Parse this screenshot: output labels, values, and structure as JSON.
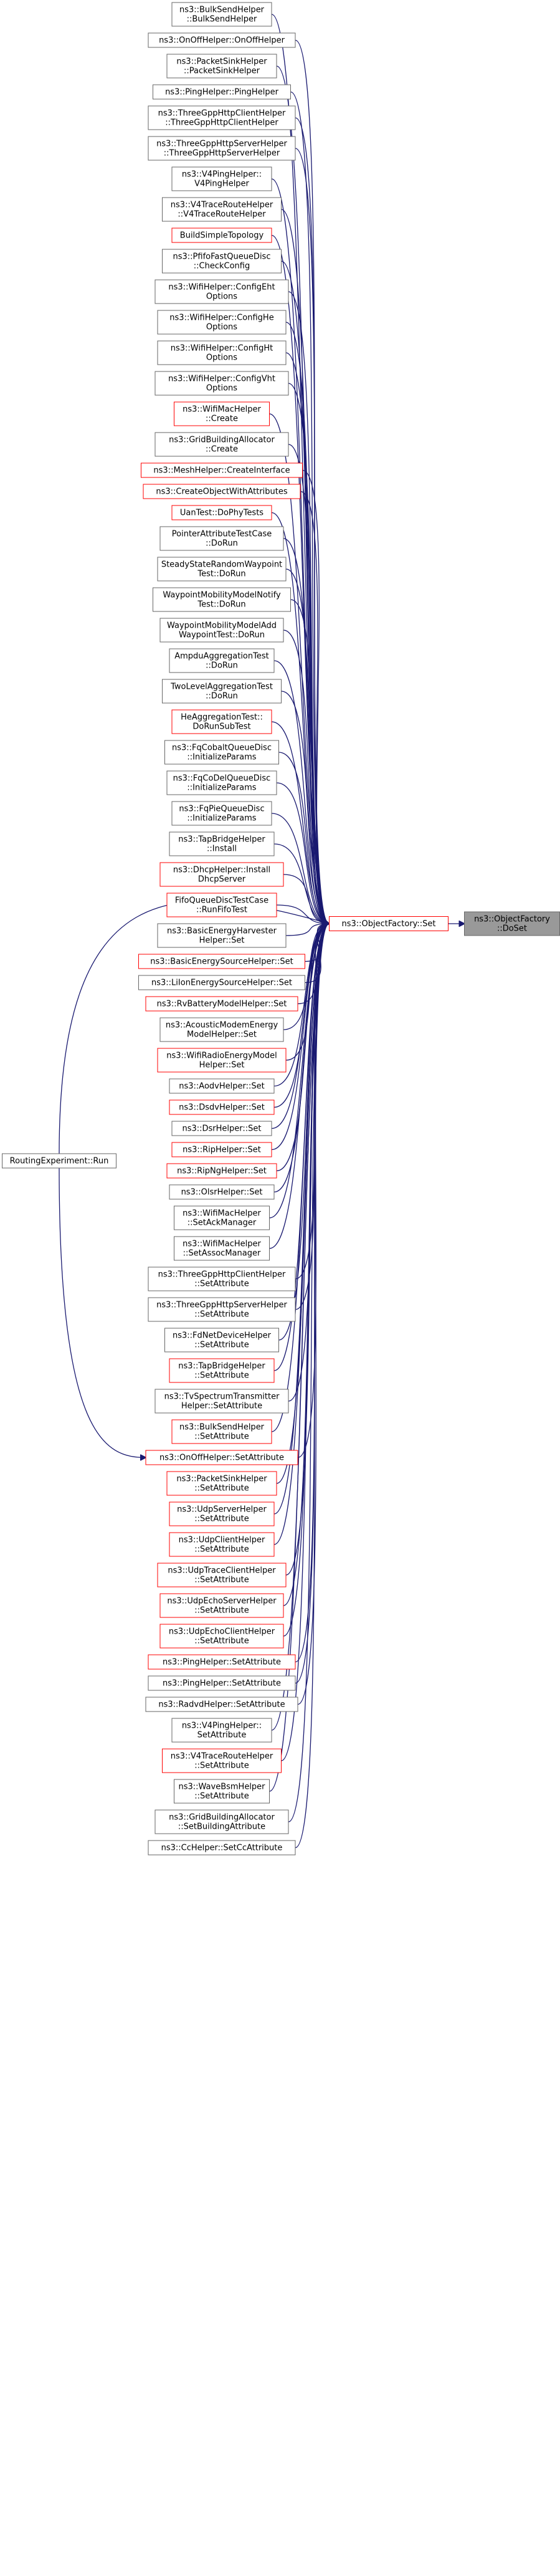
{
  "graph": {
    "target": {
      "id": "t",
      "lines": [
        "ns3::ObjectFactory",
        "::DoSet"
      ],
      "style": "focus"
    },
    "setter": {
      "id": "s",
      "lines": [
        "ns3::ObjectFactory::Set"
      ],
      "style": "red"
    },
    "routing": {
      "id": "r",
      "lines": [
        "RoutingExperiment::Run"
      ],
      "style": "normal"
    },
    "callers": [
      {
        "lines": [
          "ns3::BulkSendHelper",
          "::BulkSendHelper"
        ],
        "style": "normal"
      },
      {
        "lines": [
          "ns3::OnOffHelper::OnOffHelper"
        ],
        "style": "normal"
      },
      {
        "lines": [
          "ns3::PacketSinkHelper",
          "::PacketSinkHelper"
        ],
        "style": "normal"
      },
      {
        "lines": [
          "ns3::PingHelper::PingHelper"
        ],
        "style": "normal"
      },
      {
        "lines": [
          "ns3::ThreeGppHttpClientHelper",
          "::ThreeGppHttpClientHelper"
        ],
        "style": "normal"
      },
      {
        "lines": [
          "ns3::ThreeGppHttpServerHelper",
          "::ThreeGppHttpServerHelper"
        ],
        "style": "normal"
      },
      {
        "lines": [
          "ns3::V4PingHelper::",
          "V4PingHelper"
        ],
        "style": "normal"
      },
      {
        "lines": [
          "ns3::V4TraceRouteHelper",
          "::V4TraceRouteHelper"
        ],
        "style": "normal"
      },
      {
        "lines": [
          "BuildSimpleTopology"
        ],
        "style": "red"
      },
      {
        "lines": [
          "ns3::PfifoFastQueueDisc",
          "::CheckConfig"
        ],
        "style": "normal"
      },
      {
        "lines": [
          "ns3::WifiHelper::ConfigEht",
          "Options"
        ],
        "style": "normal"
      },
      {
        "lines": [
          "ns3::WifiHelper::ConfigHe",
          "Options"
        ],
        "style": "normal"
      },
      {
        "lines": [
          "ns3::WifiHelper::ConfigHt",
          "Options"
        ],
        "style": "normal"
      },
      {
        "lines": [
          "ns3::WifiHelper::ConfigVht",
          "Options"
        ],
        "style": "normal"
      },
      {
        "lines": [
          "ns3::WifiMacHelper",
          "::Create"
        ],
        "style": "red"
      },
      {
        "lines": [
          "ns3::GridBuildingAllocator",
          "::Create"
        ],
        "style": "normal"
      },
      {
        "lines": [
          "ns3::MeshHelper::CreateInterface"
        ],
        "style": "red"
      },
      {
        "lines": [
          "ns3::CreateObjectWithAttributes"
        ],
        "style": "red"
      },
      {
        "lines": [
          "UanTest::DoPhyTests"
        ],
        "style": "red"
      },
      {
        "lines": [
          "PointerAttributeTestCase",
          "::DoRun"
        ],
        "style": "normal"
      },
      {
        "lines": [
          "SteadyStateRandomWaypoint",
          "Test::DoRun"
        ],
        "style": "normal"
      },
      {
        "lines": [
          "WaypointMobilityModelNotify",
          "Test::DoRun"
        ],
        "style": "normal"
      },
      {
        "lines": [
          "WaypointMobilityModelAdd",
          "WaypointTest::DoRun"
        ],
        "style": "normal"
      },
      {
        "lines": [
          "AmpduAggregationTest",
          "::DoRun"
        ],
        "style": "normal"
      },
      {
        "lines": [
          "TwoLevelAggregationTest",
          "::DoRun"
        ],
        "style": "normal"
      },
      {
        "lines": [
          "HeAggregationTest::",
          "DoRunSubTest"
        ],
        "style": "red"
      },
      {
        "lines": [
          "ns3::FqCobaltQueueDisc",
          "::InitializeParams"
        ],
        "style": "normal"
      },
      {
        "lines": [
          "ns3::FqCoDelQueueDisc",
          "::InitializeParams"
        ],
        "style": "normal"
      },
      {
        "lines": [
          "ns3::FqPieQueueDisc",
          "::InitializeParams"
        ],
        "style": "normal"
      },
      {
        "lines": [
          "ns3::TapBridgeHelper",
          "::Install"
        ],
        "style": "normal"
      },
      {
        "lines": [
          "ns3::DhcpHelper::Install",
          "DhcpServer"
        ],
        "style": "red"
      },
      {
        "lines": [
          "FifoQueueDiscTestCase",
          "::RunFifoTest"
        ],
        "style": "red"
      },
      {
        "lines": [
          "ns3::BasicEnergyHarvester",
          "Helper::Set"
        ],
        "style": "normal"
      },
      {
        "lines": [
          "ns3::BasicEnergySourceHelper::Set"
        ],
        "style": "red"
      },
      {
        "lines": [
          "ns3::LiIonEnergySourceHelper::Set"
        ],
        "style": "normal"
      },
      {
        "lines": [
          "ns3::RvBatteryModelHelper::Set"
        ],
        "style": "red"
      },
      {
        "lines": [
          "ns3::AcousticModemEnergy",
          "ModelHelper::Set"
        ],
        "style": "normal"
      },
      {
        "lines": [
          "ns3::WifiRadioEnergyModel",
          "Helper::Set"
        ],
        "style": "red"
      },
      {
        "lines": [
          "ns3::AodvHelper::Set"
        ],
        "style": "normal"
      },
      {
        "lines": [
          "ns3::DsdvHelper::Set"
        ],
        "style": "red"
      },
      {
        "lines": [
          "ns3::DsrHelper::Set"
        ],
        "style": "normal"
      },
      {
        "lines": [
          "ns3::RipHelper::Set"
        ],
        "style": "red"
      },
      {
        "lines": [
          "ns3::RipNgHelper::Set"
        ],
        "style": "red"
      },
      {
        "lines": [
          "ns3::OlsrHelper::Set"
        ],
        "style": "normal"
      },
      {
        "lines": [
          "ns3::WifiMacHelper",
          "::SetAckManager"
        ],
        "style": "normal"
      },
      {
        "lines": [
          "ns3::WifiMacHelper",
          "::SetAssocManager"
        ],
        "style": "normal"
      },
      {
        "lines": [
          "ns3::ThreeGppHttpClientHelper",
          "::SetAttribute"
        ],
        "style": "normal"
      },
      {
        "lines": [
          "ns3::ThreeGppHttpServerHelper",
          "::SetAttribute"
        ],
        "style": "normal"
      },
      {
        "lines": [
          "ns3::FdNetDeviceHelper",
          "::SetAttribute"
        ],
        "style": "normal"
      },
      {
        "lines": [
          "ns3::TapBridgeHelper",
          "::SetAttribute"
        ],
        "style": "red"
      },
      {
        "lines": [
          "ns3::TvSpectrumTransmitter",
          "Helper::SetAttribute"
        ],
        "style": "normal"
      },
      {
        "lines": [
          "ns3::BulkSendHelper",
          "::SetAttribute"
        ],
        "style": "red"
      },
      {
        "lines": [
          "ns3::OnOffHelper::SetAttribute"
        ],
        "style": "red"
      },
      {
        "lines": [
          "ns3::PacketSinkHelper",
          "::SetAttribute"
        ],
        "style": "red"
      },
      {
        "lines": [
          "ns3::UdpServerHelper",
          "::SetAttribute"
        ],
        "style": "red"
      },
      {
        "lines": [
          "ns3::UdpClientHelper",
          "::SetAttribute"
        ],
        "style": "red"
      },
      {
        "lines": [
          "ns3::UdpTraceClientHelper",
          "::SetAttribute"
        ],
        "style": "red"
      },
      {
        "lines": [
          "ns3::UdpEchoServerHelper",
          "::SetAttribute"
        ],
        "style": "red"
      },
      {
        "lines": [
          "ns3::UdpEchoClientHelper",
          "::SetAttribute"
        ],
        "style": "red"
      },
      {
        "lines": [
          "ns3::PingHelper::SetAttribute"
        ],
        "style": "red"
      },
      {
        "lines": [
          "ns3::PingHelper::SetAttribute"
        ],
        "style": "normal"
      },
      {
        "lines": [
          "ns3::RadvdHelper::SetAttribute"
        ],
        "style": "normal"
      },
      {
        "lines": [
          "ns3::V4PingHelper::",
          "SetAttribute"
        ],
        "style": "normal"
      },
      {
        "lines": [
          "ns3::V4TraceRouteHelper",
          "::SetAttribute"
        ],
        "style": "red"
      },
      {
        "lines": [
          "ns3::WaveBsmHelper",
          "::SetAttribute"
        ],
        "style": "normal"
      },
      {
        "lines": [
          "ns3::GridBuildingAllocator",
          "::SetBuildingAttribute"
        ],
        "style": "normal"
      },
      {
        "lines": [
          "ns3::CcHelper::SetCcAttribute"
        ],
        "style": "normal"
      }
    ]
  },
  "colors": {
    "edge": "#191970",
    "red_border": "#ff0000",
    "gray_border": "#666666",
    "focus_fill": "#999999"
  }
}
